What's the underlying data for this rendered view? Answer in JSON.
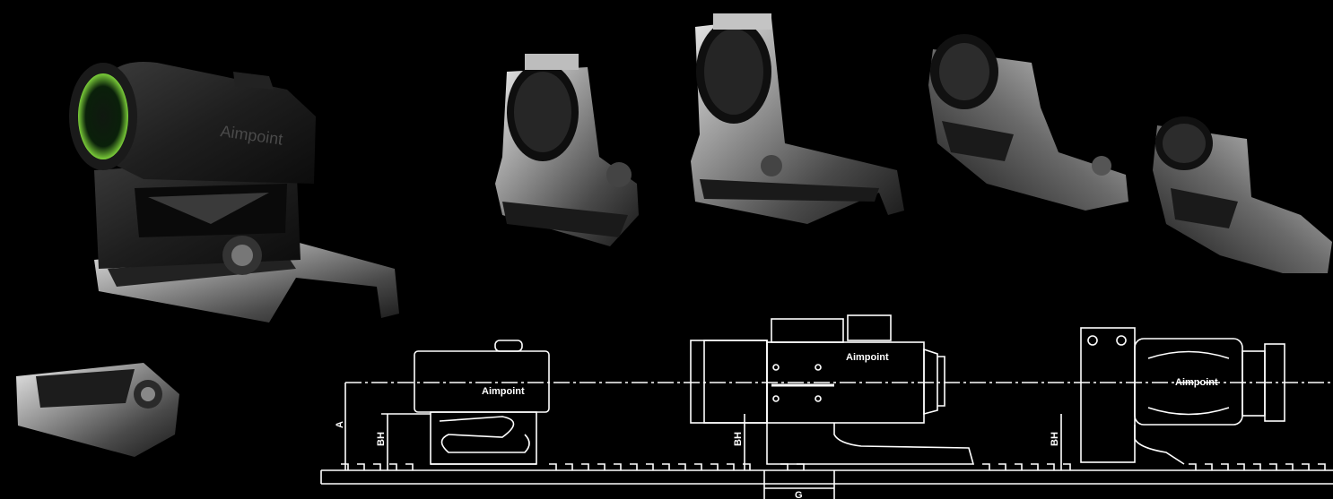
{
  "scope_brand": "Aimpoint",
  "drawing": {
    "brand_label": "Aimpoint",
    "dimension_a": "A",
    "dimension_bh": "BH",
    "dimension_g": "G"
  },
  "colors": {
    "background": "#000000",
    "metal_light": "#c8c8c8",
    "metal_dark": "#2a2a2a",
    "lens_tint": "#7ccf3a",
    "line_art": "#ffffff"
  }
}
